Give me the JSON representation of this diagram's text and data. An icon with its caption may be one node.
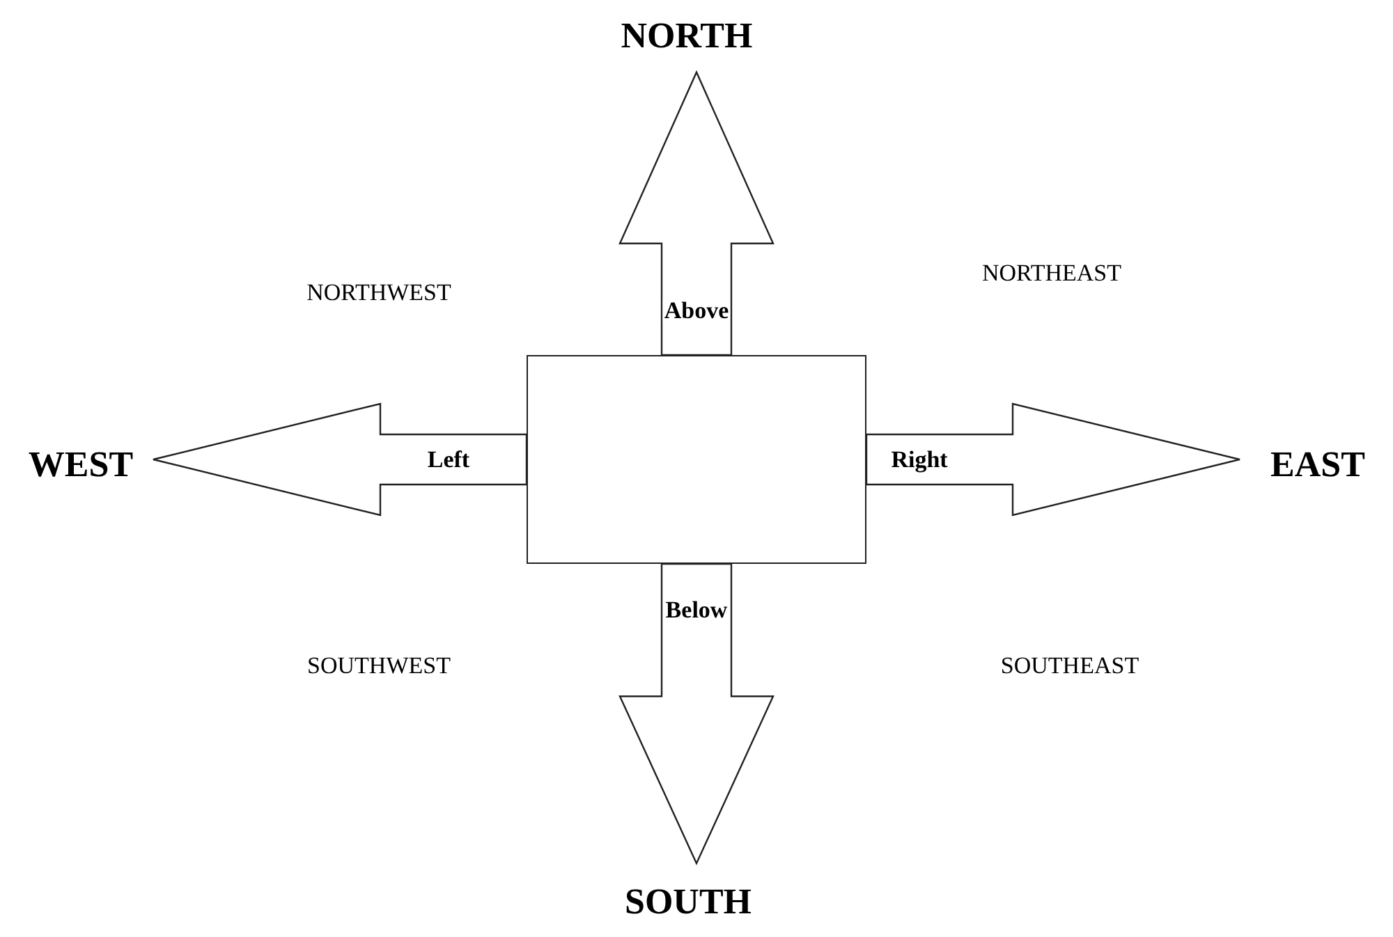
{
  "diagram": {
    "nodes": [
      {
        "text": [
          "NORTH"
        ]
      },
      {
        "text": [
          "WEST"
        ]
      },
      {
        "text": [],
        "shape": "box"
      },
      {
        "text": [
          "EAST"
        ]
      },
      {
        "text": [
          "SOUTH"
        ]
      }
    ],
    "edges": [
      {
        "from": 2,
        "to": 0,
        "arrow": "to",
        "label": "Above"
      },
      {
        "from": 2,
        "to": 1,
        "arrow": "to",
        "label": "Left"
      },
      {
        "from": 2,
        "to": 3,
        "arrow": "to",
        "label": "Right"
      },
      {
        "from": 2,
        "to": 4,
        "arrow": "to",
        "label": "Below"
      }
    ],
    "labels": [
      "NORTHWEST",
      "NORTHEAST",
      "SOUTHWEST",
      "SOUTHEAST"
    ]
  }
}
